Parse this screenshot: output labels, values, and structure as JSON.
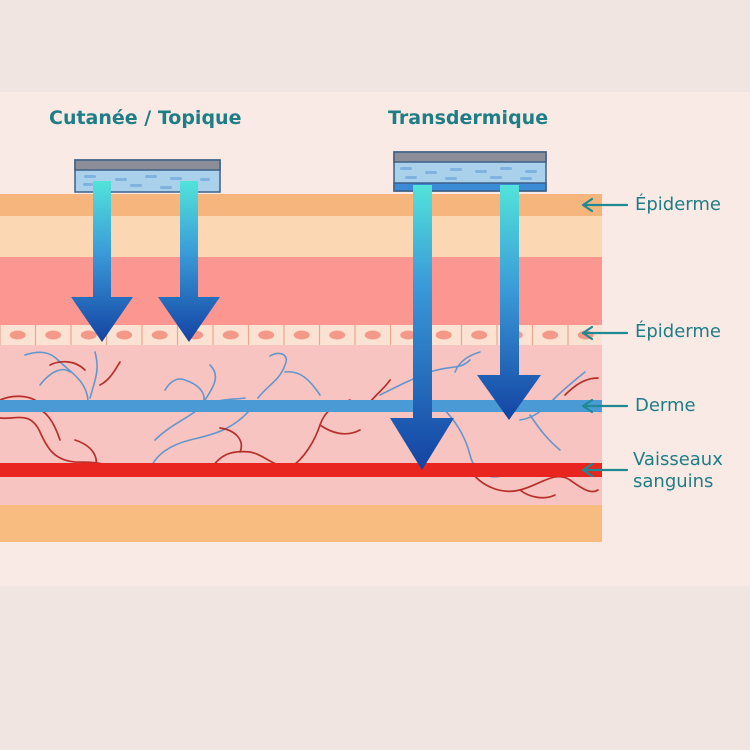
{
  "headings": {
    "topical": "Cutanée / Topique",
    "transdermal": "Transdermique"
  },
  "labels": {
    "layer1": "Épiderme",
    "layer2": "Épiderme",
    "layer3": "Derme",
    "layer4_line1": "Vaisseaux",
    "layer4_line2": "sanguins"
  },
  "colors": {
    "text_teal": "#1f7d86",
    "epidermis_top": "#f6b57c",
    "epidermis_light": "#fbd7b4",
    "dermis_red": "#fb9690",
    "cell_layer": "#fbe2d2",
    "cell_nucleus": "#f4998a",
    "lower_dermis": "#f8c4c1",
    "vein_blue": "#4a9ad6",
    "artery_red": "#e8251f",
    "subcutis": "#f8bb80",
    "arrow_top": "#4fe0d8",
    "arrow_bottom": "#1446a6",
    "patch_backing": "#8c8f99",
    "patch_gel": "#a9d1ec",
    "patch_adhesive": "#3a8ad6"
  }
}
